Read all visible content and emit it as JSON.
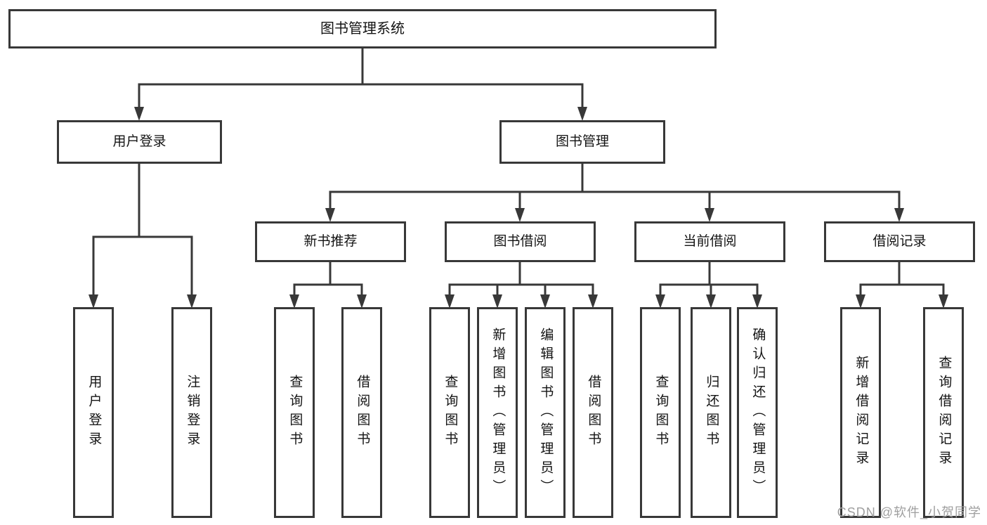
{
  "colors": {
    "line": "#383838",
    "box_border": "#383838",
    "box_fill": "#ffffff",
    "text": "#141414",
    "watermark": "#9f9f9f",
    "background": "#ffffff"
  },
  "tree": {
    "label": "图书管理系统",
    "children": [
      {
        "label": "用户登录",
        "children": [
          {
            "label": "用户登录"
          },
          {
            "label": "注销登录"
          }
        ]
      },
      {
        "label": "图书管理",
        "children": [
          {
            "label": "新书推荐",
            "children": [
              {
                "label": "查询图书"
              },
              {
                "label": "借阅图书"
              }
            ]
          },
          {
            "label": "图书借阅",
            "children": [
              {
                "label": "查询图书"
              },
              {
                "label": "新增图书（管理员）"
              },
              {
                "label": "编辑图书（管理员）"
              },
              {
                "label": "借阅图书"
              }
            ]
          },
          {
            "label": "当前借阅",
            "children": [
              {
                "label": "查询图书"
              },
              {
                "label": "归还图书"
              },
              {
                "label": "确认归还（管理员）"
              }
            ]
          },
          {
            "label": "借阅记录",
            "children": [
              {
                "label": "新增借阅记录"
              },
              {
                "label": "查询借阅记录"
              }
            ]
          }
        ]
      }
    ]
  },
  "watermark": {
    "text": "CSDN @软件_小贺同学"
  }
}
